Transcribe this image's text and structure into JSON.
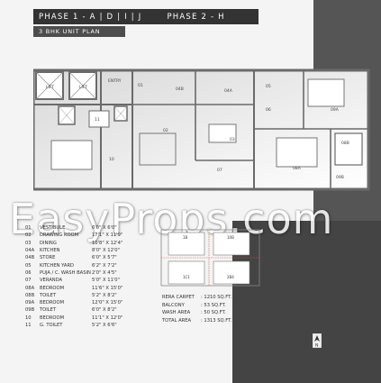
{
  "header": {
    "phase1": "PHASE 1 - A | D | I | J",
    "phase2": "PHASE 2 - H",
    "unit_plan": "3 BHK UNIT PLAN"
  },
  "plan_labels": {
    "lift1": "LIFT",
    "lift2": "LIFT",
    "entry": "ENTRY",
    "r01": "01",
    "r04b": "04B",
    "r04a": "04A",
    "r05": "05",
    "r09a_top": "09A",
    "r11": "11",
    "r10": "10",
    "r02": "02",
    "r03": "03",
    "r06": "06",
    "r07": "07",
    "r08a": "08A",
    "r08b": "08B",
    "r09b": "09B"
  },
  "watermark": "EasyProps.com",
  "legend": [
    {
      "code": "01",
      "name": "VESTIBULE",
      "dim": "6'0\" X 6'0\""
    },
    {
      "code": "02",
      "name": "DRAWING ROOM",
      "dim": "17'1\" X 11'9\""
    },
    {
      "code": "03",
      "name": "DINING",
      "dim": "10'8\" X 12'4\""
    },
    {
      "code": "04A",
      "name": "KITCHEN",
      "dim": "8'0\" X 12'0\""
    },
    {
      "code": "04B",
      "name": "STORE",
      "dim": "6'0\" X 5'7\""
    },
    {
      "code": "05",
      "name": "KITCHEN YARD",
      "dim": "6'2\" X 7'2\""
    },
    {
      "code": "06",
      "name": "PUJA / C. WASH BASIN",
      "dim": "2'0\" X 4'5\""
    },
    {
      "code": "07",
      "name": "VERANDA",
      "dim": "5'0\" X 11'0\""
    },
    {
      "code": "08A",
      "name": "BEDROOM",
      "dim": "11'6\" X 15'0\""
    },
    {
      "code": "08B",
      "name": "TOILET",
      "dim": "5'2\" X 8'2\""
    },
    {
      "code": "09A",
      "name": "BEDROOM",
      "dim": "12'0\" X 15'0\""
    },
    {
      "code": "09B",
      "name": "TOILET",
      "dim": "6'0\" X 8'2\""
    },
    {
      "code": "10",
      "name": "BEDROOM",
      "dim": "11'1\" X 12'0\""
    },
    {
      "code": "11",
      "name": "G. TOILET",
      "dim": "5'2\" X 6'6\""
    }
  ],
  "keyplan_labels": {
    "k1": "1B",
    "k2": "10B",
    "k3": "1C1",
    "k4": "2B4"
  },
  "areas": [
    {
      "k": "RERA CARPET",
      "v": ": 1210 SQ.FT."
    },
    {
      "k": "BALCONY",
      "v": ": 53 SQ.FT."
    },
    {
      "k": "WASH AREA",
      "v": ": 50 SQ.FT."
    },
    {
      "k": "TOTAL AREA",
      "v": ": 1313 SQ.FT."
    }
  ],
  "north_label": "N",
  "colors": {
    "header_bg": "#333333",
    "band": "#555555",
    "wall": "#6a6a6a"
  }
}
